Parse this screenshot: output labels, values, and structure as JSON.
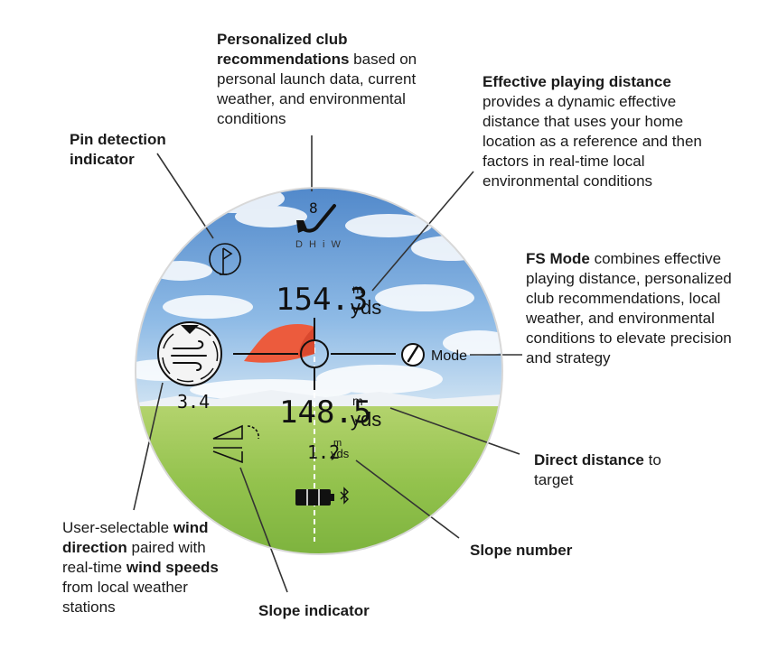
{
  "callouts": {
    "club": {
      "b1": "Personalized club recommendations",
      "t1": " based on personal launch data, current weather, and environmental conditions"
    },
    "pin": {
      "b1": "Pin detection indicator"
    },
    "effective": {
      "b1": "Effective playing distance",
      "t1": " provides a dynamic effective distance that uses your home location as a reference and then factors in real-time local environmental conditions"
    },
    "fsmode": {
      "b1": "FS Mode",
      "t1": " combines effective playing distance, personalized club recommendations, local weather, and environmental conditions to elevate precision and strategy"
    },
    "direct": {
      "b1": "Direct distance",
      "t1": " to target"
    },
    "slopenum": {
      "b1": "Slope number"
    },
    "wind": {
      "t1": "User-selectable ",
      "b1": "wind direction",
      "t2": " paired with real-time ",
      "b2": "wind speeds",
      "t3": " from local weather stations"
    },
    "slopeind": {
      "b1": "Slope indicator"
    }
  },
  "display": {
    "club_digit": "8",
    "club_letters": "D H i W",
    "effective_value": "154.3",
    "effective_unit_top": "m",
    "effective_unit": "yds",
    "direct_value": "148.5",
    "direct_unit_top": "m",
    "direct_unit": "yds",
    "slope_value": "1.2",
    "slope_unit_top": "m",
    "slope_unit": "yds",
    "wind_speed": "3.4",
    "mode_label": "Mode"
  },
  "icons": [
    "golf-club-icon",
    "pin-flag-icon",
    "wind-compass-icon",
    "slope-icon",
    "battery-icon",
    "bluetooth-icon",
    "fs-mode-icon",
    "crosshair-icon"
  ],
  "colors": {
    "sky": "#5b93d2",
    "grass": "#8cc04a",
    "flag": "#ea5a3c",
    "text": "#111111"
  }
}
